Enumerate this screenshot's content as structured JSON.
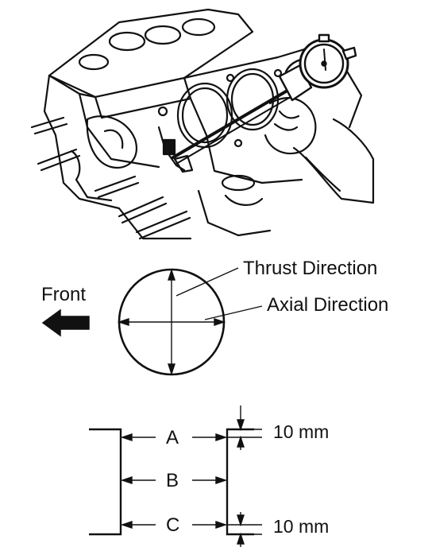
{
  "illustration": {
    "subject": "engine-block-cylinder-bore-with-gauge",
    "icon": "dial-bore-gauge-icon"
  },
  "bore_view": {
    "front_label": "Front",
    "thrust_label": "Thrust Direction",
    "axial_label": "Axial Direction",
    "arrow_icon": "left-arrow-icon"
  },
  "positions": {
    "points": [
      "A",
      "B",
      "C"
    ],
    "top_offset": "10 mm",
    "bottom_offset": "10 mm"
  }
}
